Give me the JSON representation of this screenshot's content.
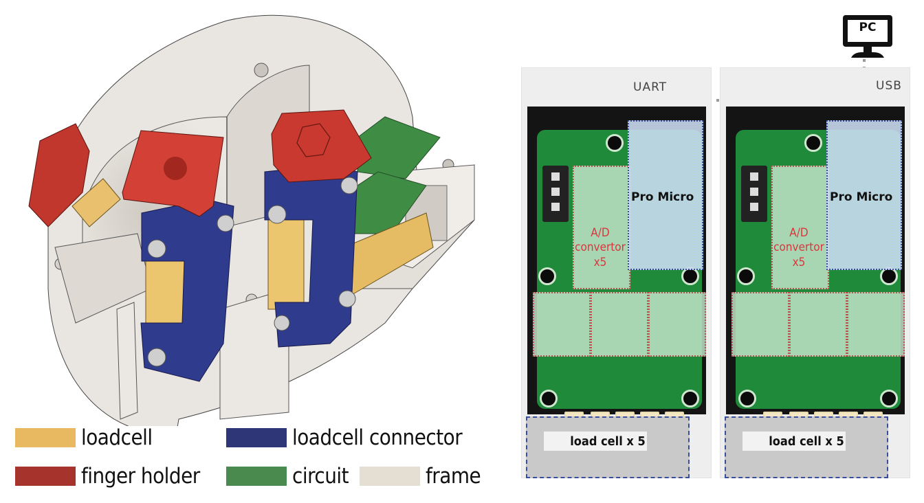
{
  "legend": {
    "items": [
      {
        "label": "loadcell",
        "color": "#e9b962"
      },
      {
        "label": "loadcell connector",
        "color": "#2f3677"
      },
      {
        "label": "finger holder",
        "color": "#a6342c"
      },
      {
        "label": "circuit",
        "color": "#4a8a4e"
      },
      {
        "label": "frame",
        "color": "#e4ded3"
      }
    ]
  },
  "colors": {
    "frame": "#e4e1db",
    "finger_holder": "#c8392f",
    "loadcell": "#e9c16e",
    "connector": "#2f3b8c",
    "circuit": "#3d8a44",
    "pcb_green": "#1f8a3a",
    "enclosure": "#141414"
  },
  "pc": {
    "label": "PC",
    "icon": "monitor-icon"
  },
  "connections": {
    "uart": "UART",
    "usb": "USB"
  },
  "boards": [
    {
      "pro_micro": "Pro Micro",
      "ad_line1": "A/D",
      "ad_line2": "convertor",
      "ad_line3": "x5",
      "loadcell": "load cell x 5"
    },
    {
      "pro_micro": "Pro Micro",
      "ad_line1": "A/D",
      "ad_line2": "convertor",
      "ad_line3": "x5",
      "loadcell": "load cell x 5"
    }
  ]
}
